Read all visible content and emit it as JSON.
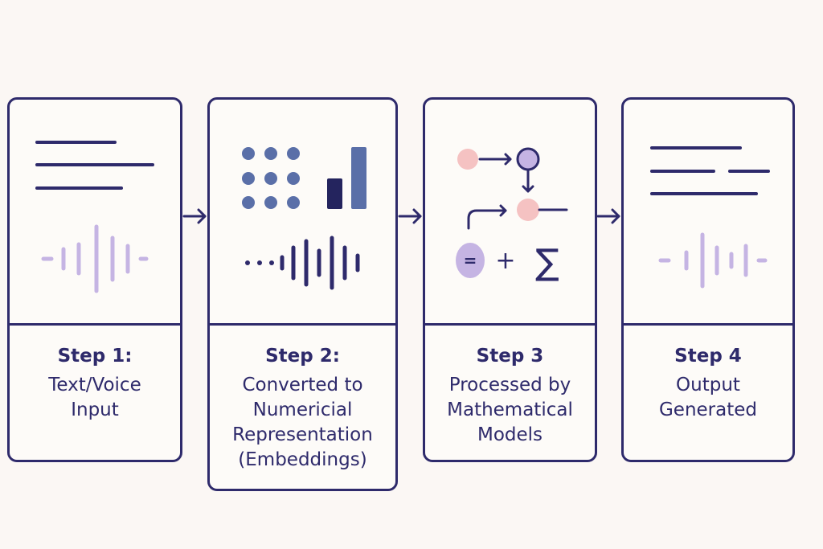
{
  "colors": {
    "navy": "#2e2a6b",
    "lavender": "#c5b4e3",
    "slate": "#5a6fa8",
    "pink": "#f5c2c2",
    "background": "#fbf7f4"
  },
  "steps": [
    {
      "title": "Step 1:",
      "description": "Text/Voice\nInput",
      "icons": [
        "text-lines-icon",
        "waveform-icon"
      ]
    },
    {
      "title": "Step 2:",
      "description": "Converted to\nNumericial\nRepresentation\n(Embeddings)",
      "icons": [
        "dot-grid-icon",
        "bar-chart-icon",
        "dotted-waveform-icon"
      ]
    },
    {
      "title": "Step 3",
      "description": "Processed by\nMathematical\nModels",
      "icons": [
        "node-flow-icon",
        "equals-node-icon",
        "plus-icon",
        "sigma-icon"
      ]
    },
    {
      "title": "Step 4",
      "description": "Output\nGenerated",
      "icons": [
        "text-lines-icon",
        "waveform-icon"
      ]
    }
  ],
  "math": {
    "plus": "+",
    "sigma": "∑",
    "equals": "="
  }
}
